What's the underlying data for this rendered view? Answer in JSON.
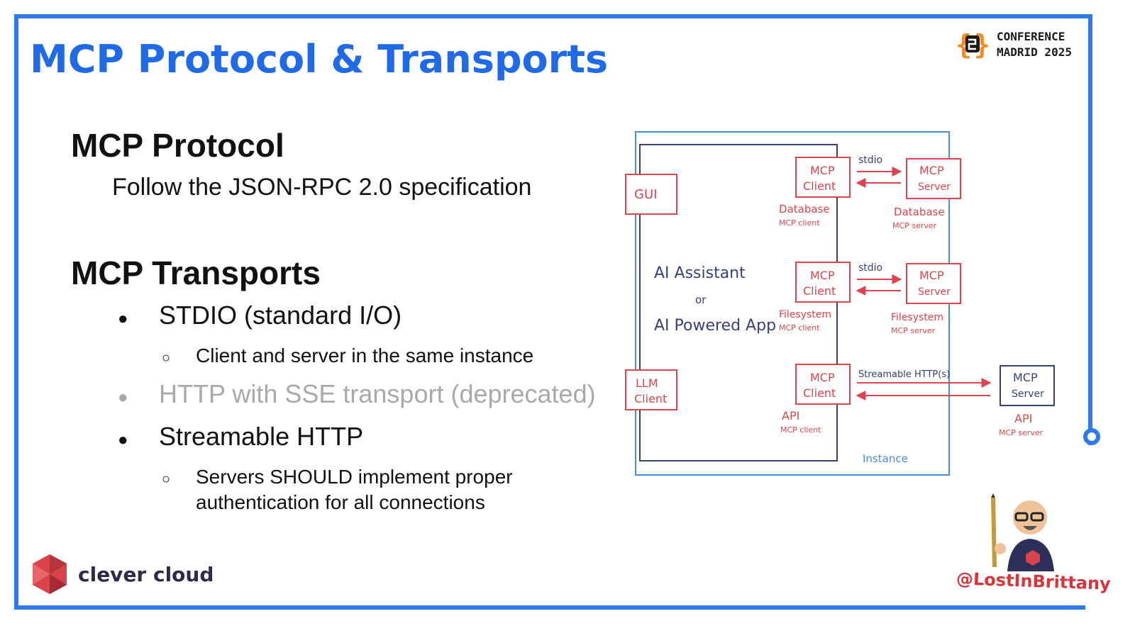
{
  "slide": {
    "title": "MCP Protocol & Transports",
    "conference": {
      "line1": "CONFERENCE",
      "line2": "MADRID 2025"
    },
    "protocol": {
      "heading": "MCP Protocol",
      "text": "Follow the JSON-RPC 2.0 specification"
    },
    "transports": {
      "heading": "MCP Transports",
      "items": [
        {
          "label": "STDIO (standard I/O)",
          "sub": "Client and server in the same instance"
        },
        {
          "label": "HTTP with SSE transport (deprecated)"
        },
        {
          "label": "Streamable HTTP",
          "sub_line1": "Servers SHOULD implement proper",
          "sub_line2": "authentication for all connections"
        }
      ]
    },
    "brand": "clever cloud",
    "handle": "@LostInBrittany"
  },
  "diagram": {
    "gui": "GUI",
    "llm_line1": "LLM",
    "llm_line2": "Client",
    "assistant_line1": "AI Assistant",
    "assistant_or": "or",
    "assistant_line2": "AI Powered App",
    "client_line1": "MCP",
    "client_line2": "Client",
    "server_line1": "MCP",
    "server_line2": "Server",
    "rows": [
      {
        "transport": "stdio",
        "client_name": "Database",
        "client_sub": "MCP client",
        "server_name": "Database",
        "server_sub": "MCP server"
      },
      {
        "transport": "stdio",
        "client_name": "Filesystem",
        "client_sub": "MCP client",
        "server_name": "Filesystem",
        "server_sub": "MCP server"
      },
      {
        "transport": "Streamable HTTP(s)",
        "client_name": "API",
        "client_sub": "MCP client",
        "server_name": "API",
        "server_sub": "MCP server"
      }
    ],
    "instance_label": "Instance"
  },
  "colors": {
    "accent": "#2f7bec",
    "title": "#1f6ae6",
    "sketch_red": "#e0444b",
    "sketch_navy": "#3a3f7a",
    "sketch_blue": "#4a8be0"
  },
  "icons": [
    "conference-logo-icon",
    "clever-cloud-logo-icon",
    "avatar-illustration"
  ]
}
